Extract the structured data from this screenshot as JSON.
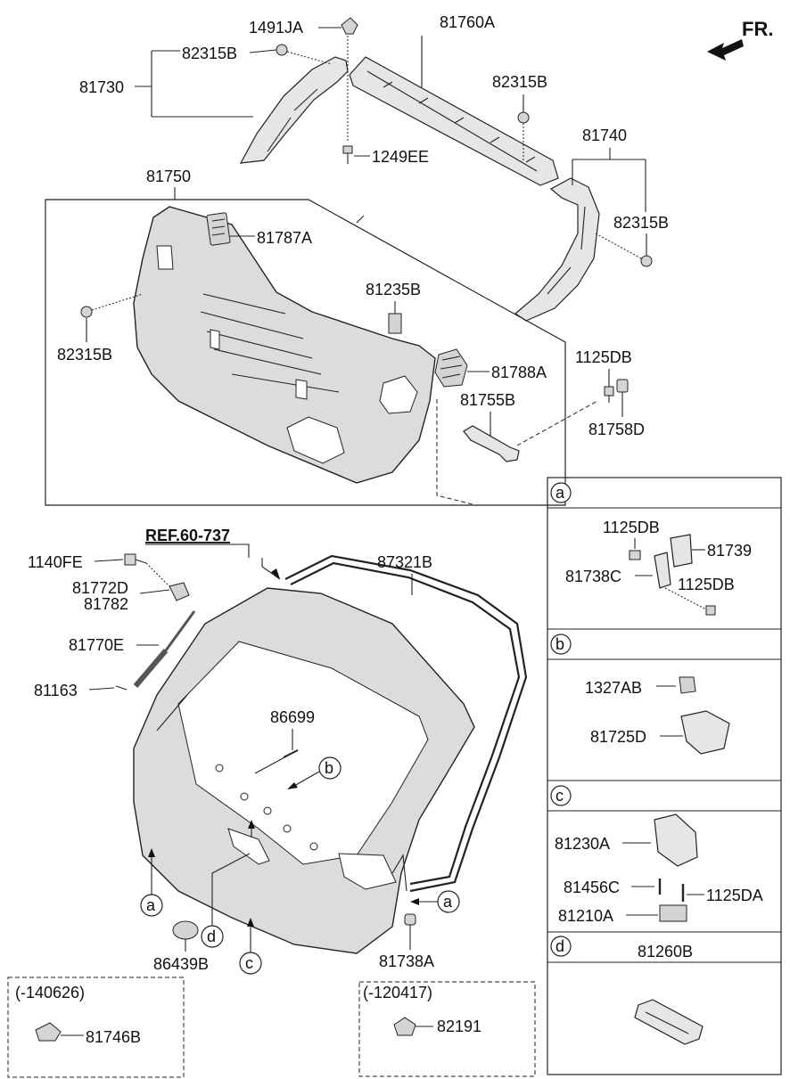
{
  "direction": {
    "label": "FR."
  },
  "reference": {
    "label": "REF.60-737"
  },
  "callouts": {
    "p1491JA": "1491JA",
    "p81760A": "81760A",
    "p82315B_top": "82315B",
    "p82315B_mid": "82315B",
    "p81730": "81730",
    "p1249EE": "1249EE",
    "p81740": "81740",
    "p82315B_right": "82315B",
    "p81750": "81750",
    "p81787A": "81787A",
    "p82315B_left": "82315B",
    "p81235B": "81235B",
    "p1125DB_main": "1125DB",
    "p81788A": "81788A",
    "p81755B": "81755B",
    "p81758D": "81758D",
    "p87321B": "87321B",
    "p1140FE": "1140FE",
    "p81772D": "81772D",
    "p81782": "81782",
    "p81770E": "81770E",
    "p81163": "81163",
    "p86699": "86699",
    "p86439B": "86439B",
    "p81738A": "81738A"
  },
  "markers": {
    "a": "a",
    "b": "b",
    "c": "c",
    "d": "d"
  },
  "detail_panels": {
    "a": {
      "id": "a",
      "parts": [
        "1125DB",
        "81739",
        "81738C",
        "1125DB"
      ]
    },
    "b": {
      "id": "b",
      "parts": [
        "1327AB",
        "81725D"
      ]
    },
    "c": {
      "id": "c",
      "parts": [
        "81230A",
        "81456C",
        "1125DA",
        "81210A"
      ]
    },
    "d": {
      "id": "d",
      "parts": [
        "81260B"
      ]
    }
  },
  "variant_boxes": [
    {
      "range": "(-140626)",
      "part": "81746B"
    },
    {
      "range": "(-120417)",
      "part": "82191"
    }
  ]
}
